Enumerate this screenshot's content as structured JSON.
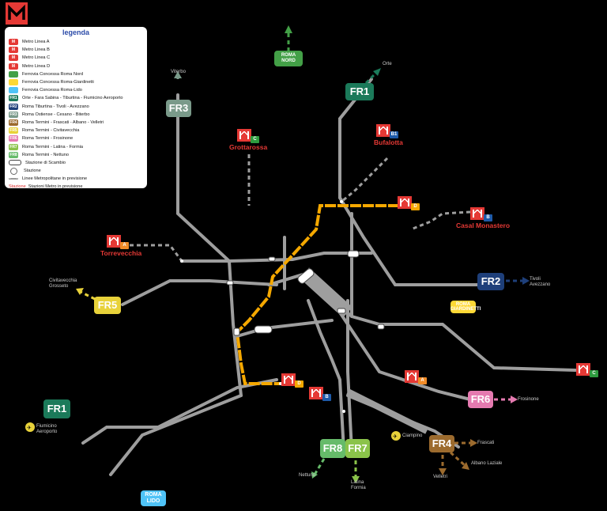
{
  "legend": {
    "title": "legenda",
    "items": [
      {
        "code": "M",
        "label": "Metro Linea A",
        "color": "#e53935"
      },
      {
        "code": "M",
        "label": "Metro Linea B",
        "color": "#e53935"
      },
      {
        "code": "M",
        "label": "Metro Linea C",
        "color": "#e53935"
      },
      {
        "code": "M",
        "label": "Metro Linea D",
        "color": "#e53935"
      },
      {
        "code": "",
        "label": "Ferrovia Concessa Roma Nord",
        "color": "#43a047"
      },
      {
        "code": "",
        "label": "Ferrovia Concessa Roma-Giardinetti",
        "color": "#fdd835"
      },
      {
        "code": "",
        "label": "Ferrovia Concessa Roma-Lido",
        "color": "#4fc3f7"
      },
      {
        "code": "FR1",
        "label": "Orte - Fara Sabina - Tiburtina - Fiumicino Aeroporto",
        "color": "#1b7a5a"
      },
      {
        "code": "FR2",
        "label": "Roma Tiburtina - Tivoli - Avezzano",
        "color": "#1e3f7a"
      },
      {
        "code": "FR3",
        "label": "Roma Ostiense - Cesano - Biterbo",
        "color": "#7a9a8a"
      },
      {
        "code": "FR4",
        "label": "Roma Termini - Frascati - Albano - Velletri",
        "color": "#9c6b2e"
      },
      {
        "code": "FR5",
        "label": "Roma Termini - Civitavecchia",
        "color": "#e8d23a"
      },
      {
        "code": "FR6",
        "label": "Roma Termini - Frosinone",
        "color": "#e57ab0"
      },
      {
        "code": "FR7",
        "label": "Roma Termini - Latina - Formia",
        "color": "#8bc34a"
      },
      {
        "code": "FR8",
        "label": "Roma Termini - Nettuno",
        "color": "#66bb6a"
      }
    ],
    "symbols": {
      "exchange": "Stazione di Scambio",
      "station": "Stazione",
      "planned_lines": "Linee Metropolitane in previsione",
      "planned_stations_prefix": "Stazione",
      "planned_stations": "Stazioni Metro in previsione"
    }
  },
  "fr_badges": [
    {
      "code": "FR3",
      "color": "#7a9a8a"
    },
    {
      "code": "FR1",
      "color": "#1b7a5a"
    },
    {
      "code": "FR2",
      "color": "#1e3f7a"
    },
    {
      "code": "FR5",
      "color": "#e8d23a"
    },
    {
      "code": "FR6",
      "color": "#e57ab0"
    },
    {
      "code": "FR4",
      "color": "#9c6b2e"
    },
    {
      "code": "FR8",
      "color": "#66bb6a"
    },
    {
      "code": "FR7",
      "color": "#8bc34a"
    },
    {
      "code": "FR1",
      "color": "#1b7a5a"
    }
  ],
  "concession_badges": {
    "roma_nord": "ROMA\nNORD",
    "roma_giardinetti": "ROMA\nGIARDINETTI",
    "roma_lido": "ROMA\nLIDO"
  },
  "metro_stations": [
    {
      "name": "Grottarossa",
      "line": "C"
    },
    {
      "name": "Bufalotta",
      "line": "B1"
    },
    {
      "name": "Casal Monastero",
      "line": "B"
    },
    {
      "name": "Torrevecchia",
      "line": "A"
    }
  ],
  "metro_terminals": [
    {
      "line": "D"
    },
    {
      "line": "D"
    },
    {
      "line": "B"
    },
    {
      "line": "A"
    },
    {
      "line": "C"
    }
  ],
  "destinations": {
    "viterbo": "Viterbo",
    "orte": "Orte",
    "tivoli": "Tivoli\nAvezzano",
    "civitavecchia": "Civitavecchia\nGrosseto",
    "frosinone": "Frosinone",
    "frascati": "Frascati",
    "albano": "Albano Laziale",
    "velletri": "Velletri",
    "nettuno": "Nettuno",
    "latina": "Latina\nFormia",
    "fiumicino": "Fiumicino\nAeroporto",
    "ciampino": "Ciampino"
  },
  "colors": {
    "track": "#9e9e9e",
    "metro_d": "#f5a800",
    "metro_red": "#e53935"
  }
}
